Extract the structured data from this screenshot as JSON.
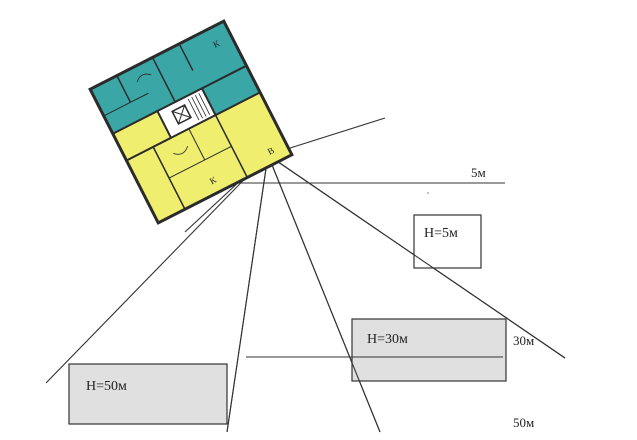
{
  "building": {
    "room_labels": [
      "К",
      "К",
      "В"
    ],
    "colors": {
      "north_apartment": "#3aa6a6",
      "south_apartment": "#f0ee6e",
      "walls": "#2b2b2b"
    }
  },
  "obstacles": [
    {
      "label": "H=5м",
      "fill": "#ffffff"
    },
    {
      "label": "H=30м",
      "fill": "#e0e0e0"
    },
    {
      "label": "H=50м",
      "fill": "#e0e0e0"
    }
  ],
  "distances": [
    "5м",
    "30м",
    "50м"
  ]
}
